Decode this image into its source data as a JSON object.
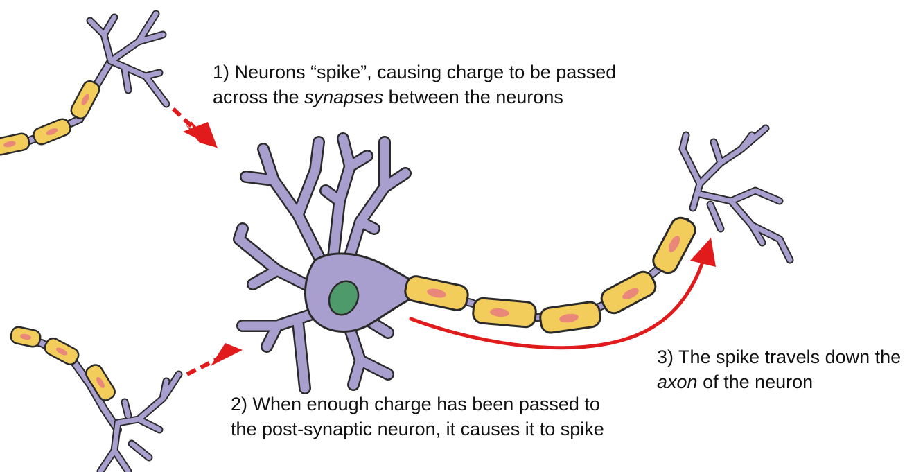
{
  "captions": {
    "step1": {
      "line1": "1) Neurons “spike”, causing charge to  be passed",
      "line2_before": "across the ",
      "line2_em": "synapses",
      "line2_after": " between the neurons"
    },
    "step2": {
      "line1": "2) When enough charge has been passed to",
      "line2": "the post-synaptic neuron, it causes it to spike"
    },
    "step3": {
      "line1": "3) The spike travels down the",
      "line2_em": "axon",
      "line2_after": " of the neuron"
    }
  },
  "colors": {
    "dendrite_fill": "#a99fcf",
    "outline": "#2a2a2a",
    "myelin_fill": "#f2cd5c",
    "myelin_node": "#e8877a",
    "nucleus_fill": "#4f9a6a",
    "arrow": "#e11b1b",
    "text": "#111111"
  }
}
